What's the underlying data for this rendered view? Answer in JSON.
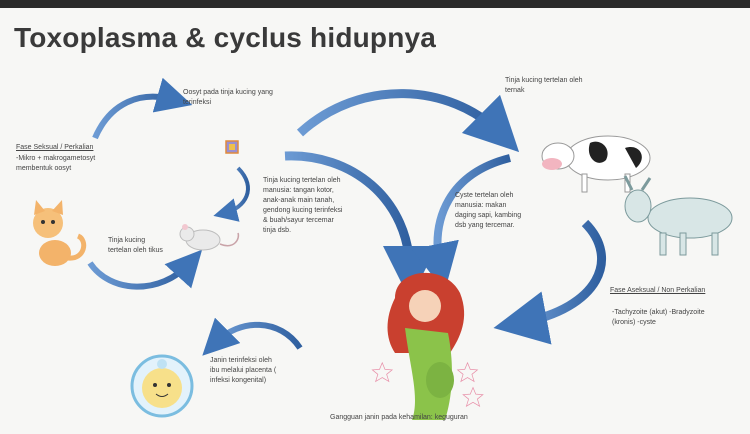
{
  "title": "Toxoplasma & cyclus hidupnya",
  "labels": {
    "oocyst": "Oosyt pada tinja kucing yang terinfeksi",
    "sexual_heading": "Fase Seksual / Perkalian",
    "sexual_body": "-Mikro + makrogametosyt membentuk oosyt",
    "cow_eats": "Tinja kucing tertelan oleh ternak",
    "cat_rat": "Tinja kucing tertelan oleh tikus",
    "human_infection": "Tinja kucing tertelan oleh manusia: tangan kotor, anak-anak main tanah, gendong kucing terinfeksi & buah/sayur tercemar tinja dsb.",
    "cyst_eaten": "Cyste tertelan oleh manusia: makan daging sapi, kambing dsb yang tercemar.",
    "asexual_heading": "Fase Aseksual / Non Perkalian",
    "asexual_body": "-Tachyzoite (akut) -Bradyzoite (kronis) -cyste",
    "fetus": "Janin terinfeksi oleh ibu melalui placenta ( infeksi kongenital)",
    "pregnancy": "Gangguan janin pada kehamilan: keguguran"
  },
  "colors": {
    "arrow_blue": "#3f74b7",
    "title": "#3a3a3a"
  }
}
